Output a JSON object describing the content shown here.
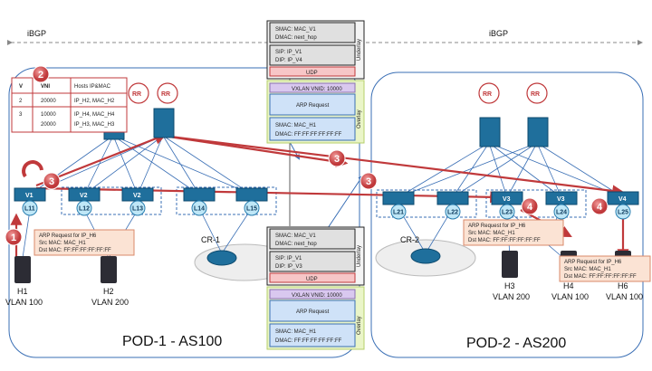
{
  "ibgp": {
    "left": "iBGP",
    "right": "iBGP"
  },
  "pods": [
    {
      "label": "POD-1 - AS100"
    },
    {
      "label": "POD-2 - AS200"
    }
  ],
  "route_reflectors": [
    "RR",
    "RR",
    "RR",
    "RR"
  ],
  "vni_table": {
    "headers": [
      "V",
      "VNI",
      "Hosts IP&MAC"
    ],
    "rows": [
      {
        "v": "2",
        "vni": "20000",
        "hosts": "IP_H2, MAC_H2"
      },
      {
        "v": "3",
        "vni": "10000",
        "vni2": "20000",
        "hosts": "IP_H4, MAC_H4",
        "hosts2": "IP_H3, MAC_H3"
      }
    ]
  },
  "packets": [
    {
      "underlay_label": "Underlay",
      "overlay_label": "Overlay",
      "smac": "SMAC: MAC_V1",
      "dmac": "DMAC: next_hop",
      "sip": "SIP: IP_V1",
      "dip": "DIP: IP_V4",
      "udp": "UDP",
      "vxlan": "VXLAN VNID: 10000",
      "arp": "ARP Request",
      "inner_smac": "SMAC: MAC_H1",
      "inner_dmac": "DMAC: FF:FF:FF:FF:FF:FF"
    },
    {
      "underlay_label": "Underlay",
      "overlay_label": "Overlay",
      "smac": "SMAC: MAC_V1",
      "dmac": "DMAC: next_hop",
      "sip": "SIP: IP_V1",
      "dip": "DIP: IP_V3",
      "udp": "UDP",
      "vxlan": "VXLAN VNID: 10000",
      "arp": "ARP Request",
      "inner_smac": "SMAC: MAC_H1",
      "inner_dmac": "DMAC: FF:FF:FF:FF:FF:FF"
    }
  ],
  "leafs": [
    {
      "vtep": "V1",
      "name": "L11"
    },
    {
      "vtep": "V2",
      "name": "L12"
    },
    {
      "vtep": "V2",
      "name": "L13"
    },
    {
      "vtep": "",
      "name": "L14"
    },
    {
      "vtep": "",
      "name": "L15"
    },
    {
      "vtep": "",
      "name": "L21"
    },
    {
      "vtep": "",
      "name": "L22"
    },
    {
      "vtep": "V3",
      "name": "L23"
    },
    {
      "vtep": "V3",
      "name": "L24"
    },
    {
      "vtep": "V4",
      "name": "L25"
    }
  ],
  "routers": [
    "CR-1",
    "CR-2"
  ],
  "hosts": [
    {
      "name": "H1",
      "vlan": "VLAN 100"
    },
    {
      "name": "H2",
      "vlan": "VLAN 200"
    },
    {
      "name": "H3",
      "vlan": "VLAN 200"
    },
    {
      "name": "H4",
      "vlan": "VLAN 100"
    },
    {
      "name": "H6",
      "vlan": "VLAN 100"
    }
  ],
  "arp_boxes": [
    {
      "line1": "ARP Request for IP_H6",
      "line2": "Src MAC: MAC_H1",
      "line3": "Dst MAC: FF:FF:FF:FF:FF:FF"
    },
    {
      "line1": "ARP Request for IP_H6",
      "line2": "Src MAC: MAC_H1",
      "line3": "Dst MAC: FF:FF:FF:FF:FF:FF"
    },
    {
      "line1": "ARP Request for IP_H6",
      "line2": "Src MAC: MAC_H1",
      "line3": "Dst MAC: FF:FF:FF:FF:FF:FF"
    }
  ],
  "steps": [
    "1",
    "2",
    "3",
    "3",
    "3",
    "4",
    "4"
  ],
  "colors": {
    "step": "#d9534f",
    "arrow": "#c0393b",
    "switch": "#1f6f9c",
    "udp": "#f7c6c7",
    "vxlan": "#d9c8ef",
    "payload": "#cfe2f8",
    "overlay": "#eaf5c8",
    "underlay": "#e6e6e6"
  }
}
